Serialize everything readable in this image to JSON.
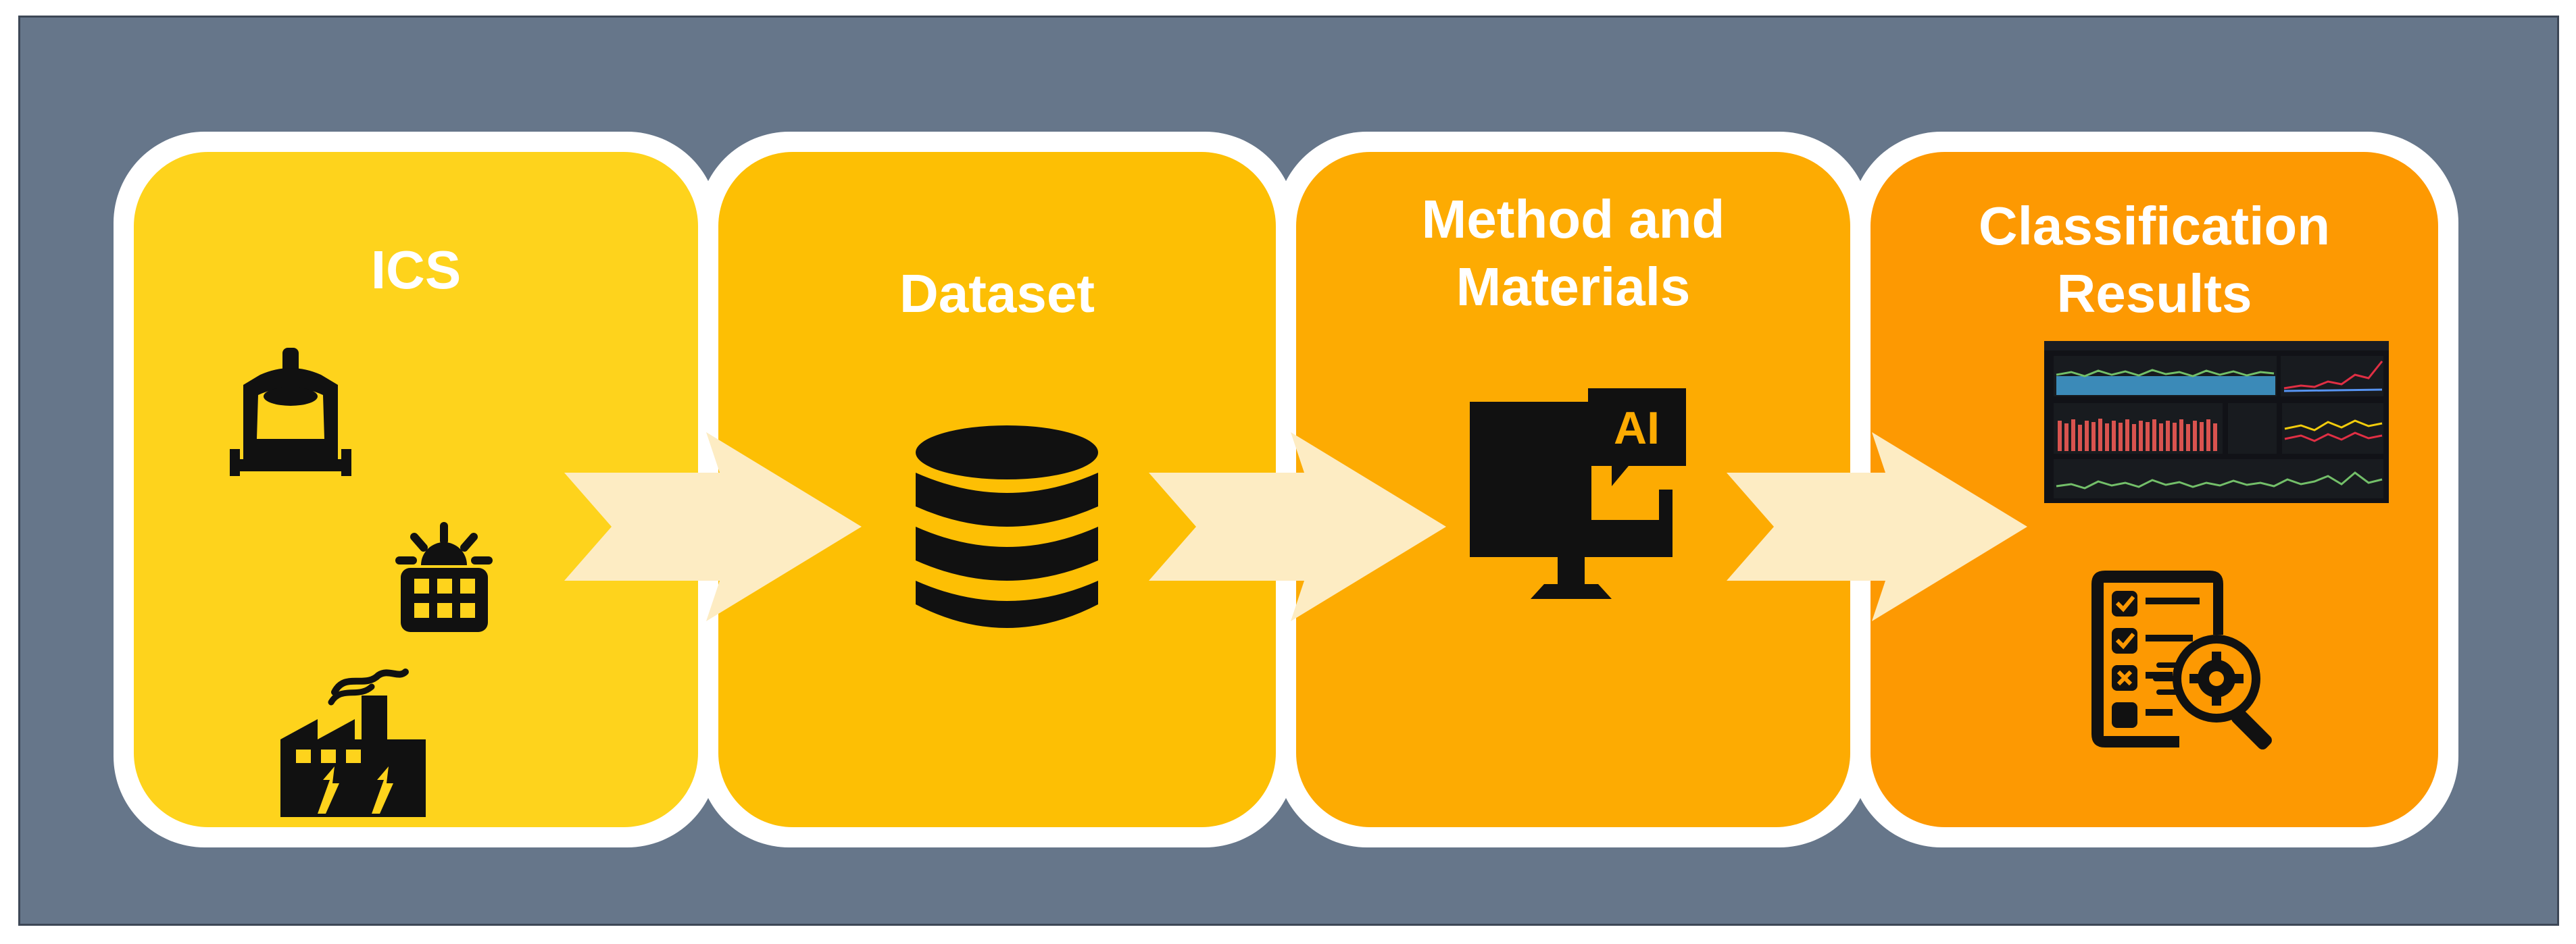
{
  "stages": [
    {
      "title": [
        "ICS"
      ],
      "fill": "#fed31c"
    },
    {
      "title": [
        "Dataset"
      ],
      "fill": "#fdbf04"
    },
    {
      "title": [
        "Method and",
        "Materials"
      ],
      "fill": "#fdab02"
    },
    {
      "title": [
        "Classification",
        "Results"
      ],
      "fill": "#fd9902"
    }
  ],
  "colors": {
    "background": "#66768a",
    "border": "#3d4756",
    "panel_outline": "#ffffff",
    "arrow": "#fdecc3",
    "icon": "#111111"
  },
  "icons": {
    "ics": [
      "motor-icon",
      "solar-panel-icon",
      "power-plant-icon"
    ],
    "dataset": [
      "database-icon"
    ],
    "method": [
      "ai-computer-icon"
    ],
    "results": [
      "dashboard-screenshot",
      "checklist-analysis-icon"
    ]
  },
  "ai_badge_label": "AI"
}
